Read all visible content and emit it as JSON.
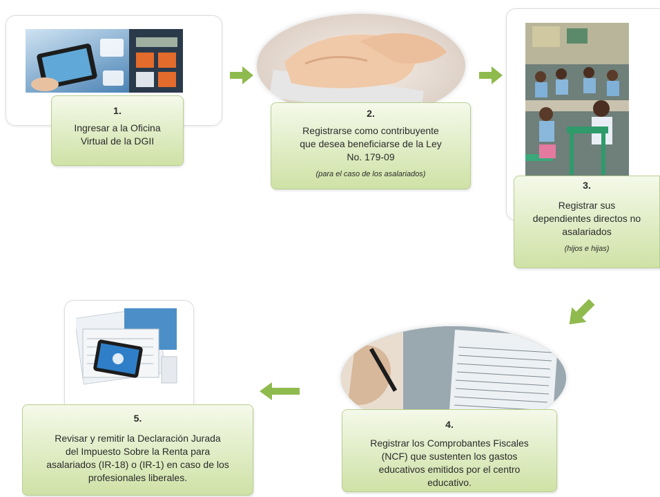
{
  "colors": {
    "accent_green": "#8fba4d",
    "box_top": "#f5f9ea",
    "box_bottom": "#cfe2a6",
    "box_border": "#b7cf8e"
  },
  "steps": [
    {
      "number": "1.",
      "lines": [
        "Ingresar a la Oficina",
        "Virtual de la DGII"
      ],
      "note": "",
      "image": "tablet-calculator-illustration"
    },
    {
      "number": "2.",
      "lines": [
        "Registrarse como contribuyente",
        "que desea beneficiarse de la Ley",
        "No. 179-09"
      ],
      "note": "(para el caso de los asalariados)",
      "image": "hands-typing-keyboard-photo"
    },
    {
      "number": "3.",
      "lines": [
        "Registrar sus",
        "dependientes directos no",
        "asalariados"
      ],
      "note": "(hijos e hijas)",
      "image": "schoolchildren-classroom-photo"
    },
    {
      "number": "4.",
      "lines": [
        "Registrar los Comprobantes Fiscales",
        "(NCF) que sustenten los gastos",
        "educativos emitidos por el centro",
        "educativo."
      ],
      "note": "",
      "image": "invoice-ncf-document-photo"
    },
    {
      "number": "5.",
      "lines": [
        "Revisar y remitir la Declaración Jurada",
        "del Impuesto Sobre la Renta para",
        "asalariados (IR-18) o (IR-1) en caso de los",
        "profesionales liberales."
      ],
      "note": "",
      "image": "tax-forms-tablet-illustration"
    }
  ],
  "arrows": [
    "arrow-right-icon",
    "arrow-right-icon",
    "arrow-down-left-icon",
    "arrow-left-icon"
  ]
}
